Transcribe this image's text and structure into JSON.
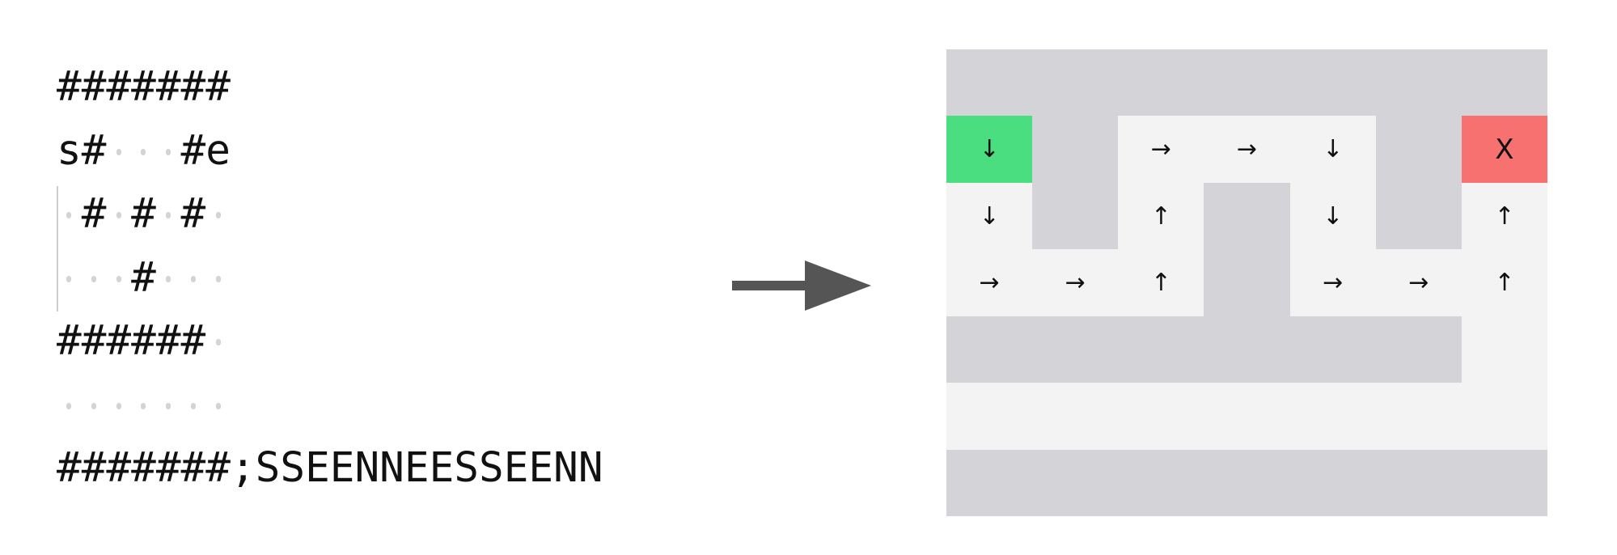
{
  "maze_text": {
    "lines": [
      "#######",
      "s#   #e",
      " # # # ",
      "   #   ",
      "###### ",
      "       "
    ],
    "last_line_prefix": "#######",
    "separator": ";",
    "path": "SSEENNEESSEENN"
  },
  "grid": {
    "rows": [
      [
        "#",
        "#",
        "#",
        "#",
        "#",
        "#",
        "#"
      ],
      [
        "S",
        "#",
        "→",
        "→",
        "↓",
        "#",
        "E"
      ],
      [
        "↓",
        "#",
        "↑",
        "#",
        "↓",
        "#",
        "↑"
      ],
      [
        "→",
        "→",
        "↑",
        "#",
        "→",
        "→",
        "↑"
      ],
      [
        "#",
        "#",
        "#",
        "#",
        "#",
        "#",
        " "
      ],
      [
        " ",
        " ",
        " ",
        " ",
        " ",
        " ",
        " "
      ],
      [
        "#",
        "#",
        "#",
        "#",
        "#",
        "#",
        "#"
      ]
    ],
    "start_label": "↓",
    "end_label": "X"
  },
  "colors": {
    "wall": "#d4d3d8",
    "open": "#f3f3f3",
    "start": "#4ade80",
    "end": "#f87171",
    "arrow": "#555555"
  }
}
